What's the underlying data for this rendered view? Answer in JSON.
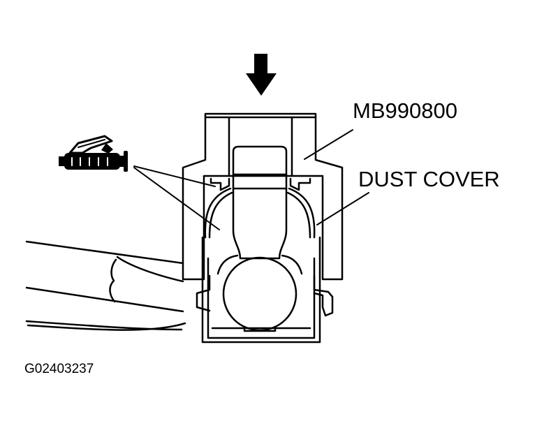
{
  "labels": {
    "tool": "MB990800",
    "dust_cover": "DUST COVER",
    "figure_code": "G02403237"
  },
  "icons": {
    "press_direction": "down-arrow-icon",
    "lubricant": "grease-gun-icon"
  },
  "colors": {
    "line": "#000000",
    "background": "#ffffff"
  }
}
